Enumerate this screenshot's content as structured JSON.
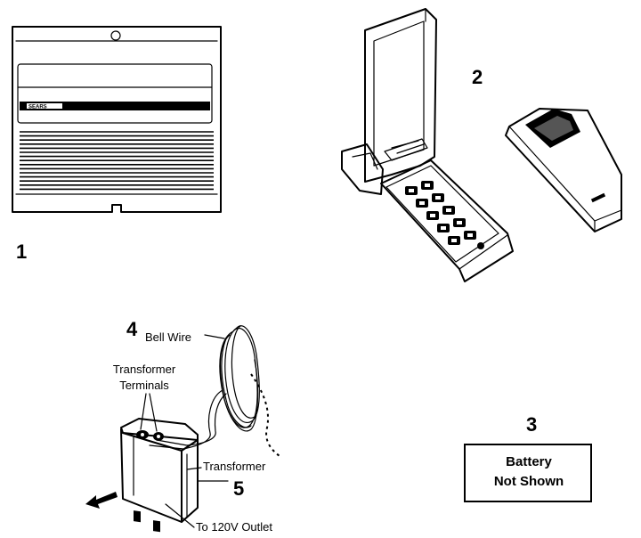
{
  "parts": {
    "receiver": {
      "number": "1",
      "brand": "SEARS"
    },
    "keypad": {
      "number": "2"
    },
    "battery": {
      "number": "3",
      "line1": "Battery",
      "line2": "Not Shown"
    },
    "bell_wire": {
      "number": "4",
      "label": "Bell Wire"
    },
    "transformer": {
      "number": "5",
      "label": "Transformer",
      "terminals_line1": "Transformer",
      "terminals_line2": "Terminals",
      "outlet_label": "To 120V Outlet"
    }
  }
}
